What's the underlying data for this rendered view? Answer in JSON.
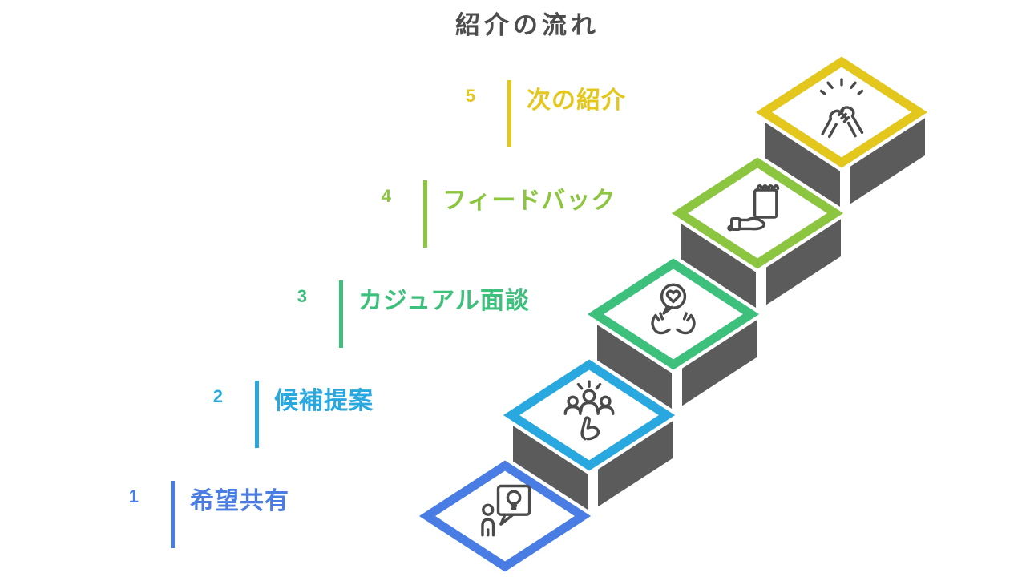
{
  "title": "紹介の流れ",
  "colors": {
    "background": "#ffffff",
    "title": "#4d4d4d",
    "face_gray": "#5b5b5b",
    "icon_stroke": "#4a4a4a"
  },
  "steps": [
    {
      "number": "1",
      "label": "希望共有",
      "color": "#4a7de4",
      "icon": "person-idea-speech-bubble-icon"
    },
    {
      "number": "2",
      "label": "候補提案",
      "color": "#29a8df",
      "icon": "select-candidate-icon"
    },
    {
      "number": "3",
      "label": "カジュアル面談",
      "color": "#3ec07d",
      "icon": "hands-heart-talk-icon"
    },
    {
      "number": "4",
      "label": "フィードバック",
      "color": "#8cc540",
      "icon": "hand-notepad-icon"
    },
    {
      "number": "5",
      "label": "次の紹介",
      "color": "#e3c71d",
      "icon": "handshake-celebration-icon"
    }
  ]
}
